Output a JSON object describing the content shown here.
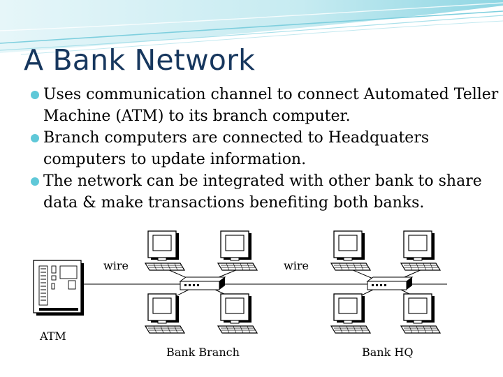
{
  "slide": {
    "title": "A Bank Network",
    "bullets": [
      "Uses communication channel to connect Automated Teller Machine (ATM) to its branch computer.",
      "Branch computers are connected to Headquaters computers to update information.",
      "The network can be integrated with other bank to share data & make transactions benefiting both banks."
    ],
    "accent_color": "#5fc8d8",
    "title_color": "#17375e"
  },
  "diagram": {
    "labels": {
      "wire_left": "wire",
      "wire_right": "wire",
      "atm": "ATM",
      "branch": "Bank Branch",
      "hq": "Bank HQ"
    }
  }
}
